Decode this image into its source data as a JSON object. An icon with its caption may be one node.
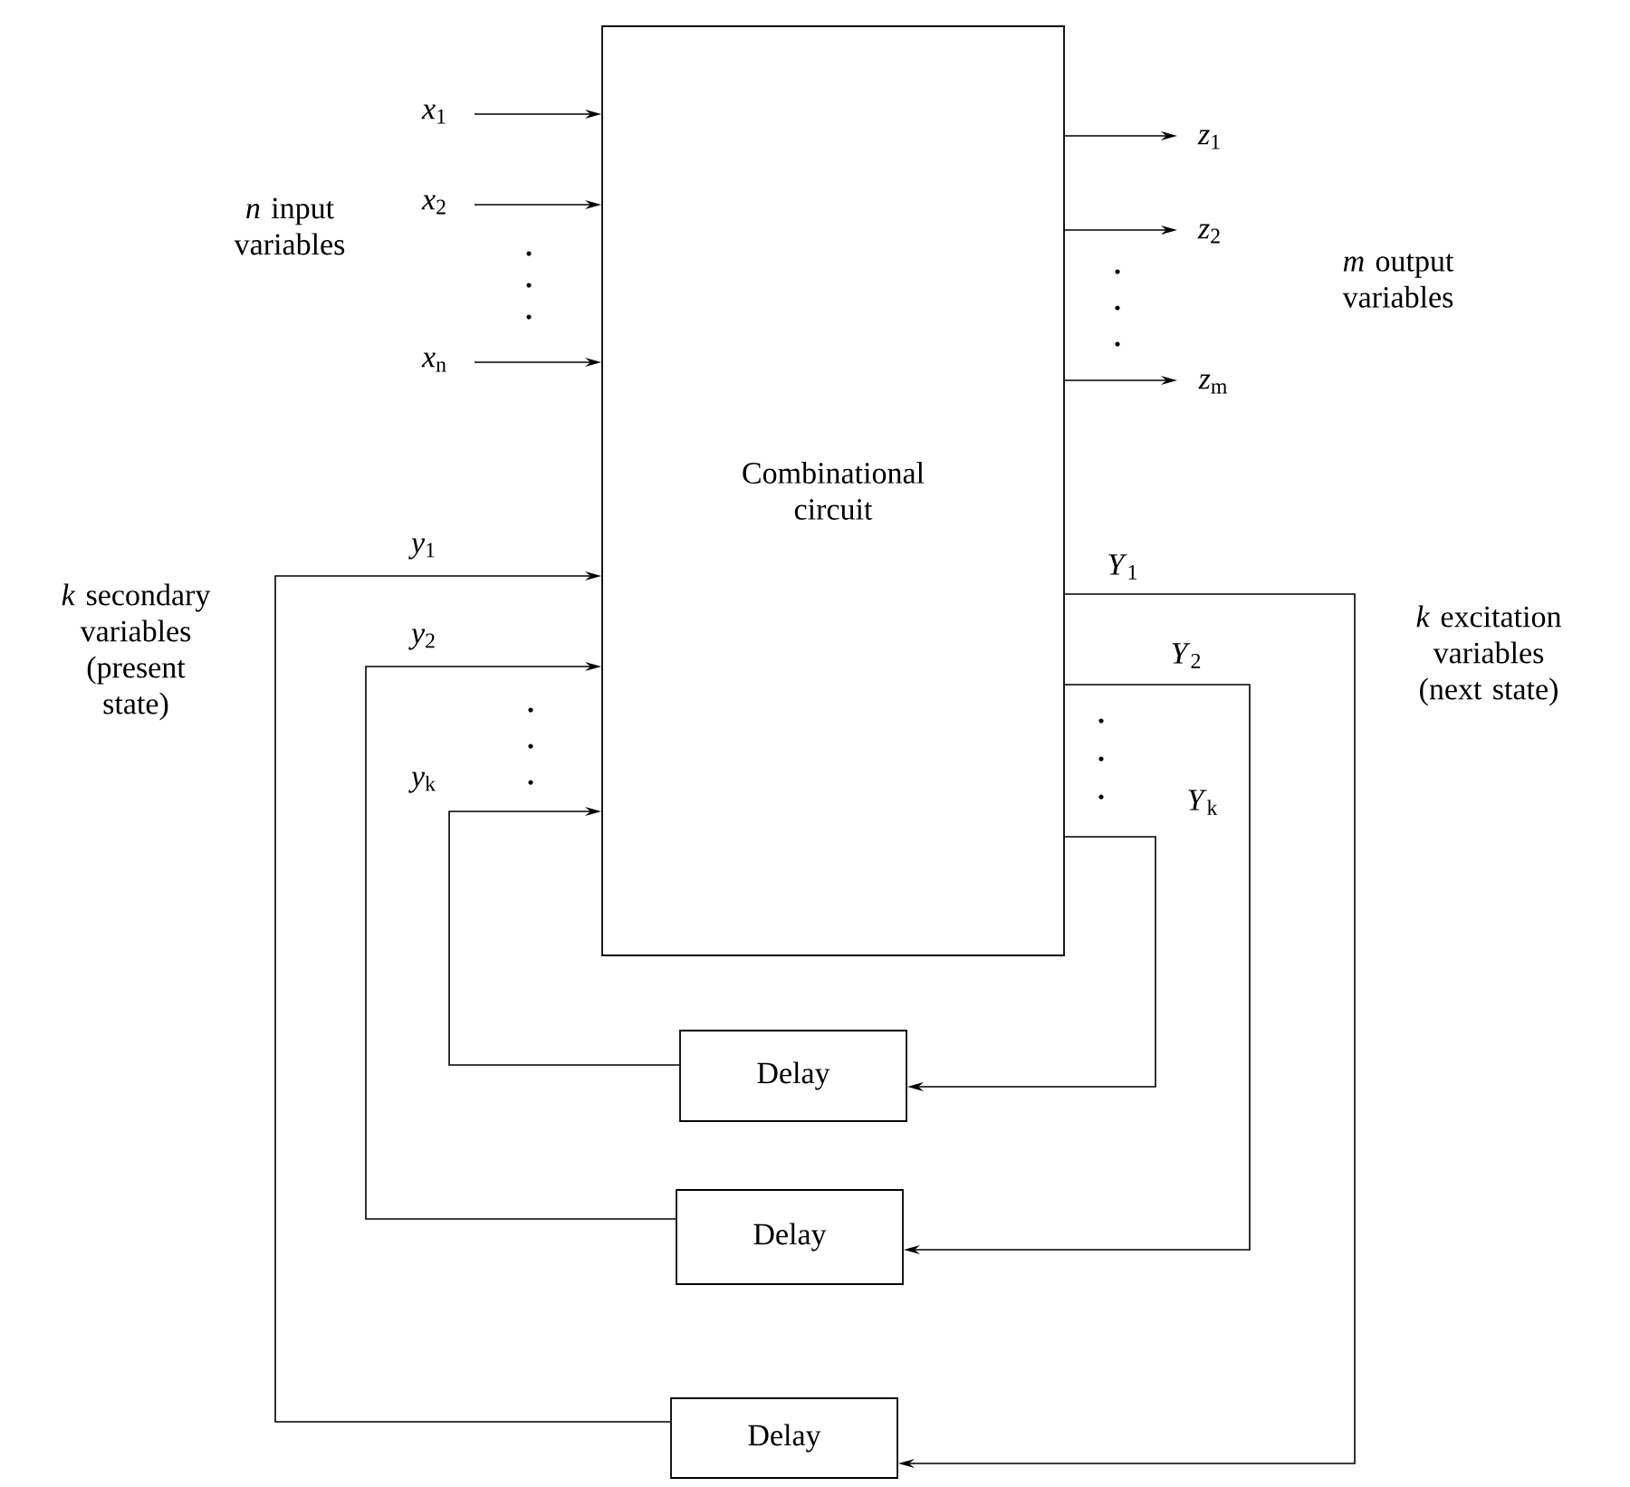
{
  "diagram": {
    "nodes": [
      {
        "text": [
          "Combinational circuit"
        ]
      },
      {
        "text": [
          "Delay"
        ]
      },
      {
        "text": [
          "Delay"
        ]
      },
      {
        "text": [
          "Delay"
        ]
      }
    ],
    "edges": [
      {
        "from": null,
        "to": 0,
        "arrow": "to",
        "label": "*x*$_{1}$"
      },
      {
        "from": null,
        "to": 0,
        "arrow": "to",
        "label": "*x*$_{2}$"
      },
      {
        "from": null,
        "to": 0,
        "arrow": "to",
        "label": "*x*$_{n}$"
      },
      {
        "from": 0,
        "to": null,
        "arrow": "to",
        "label": "*z*$_{1}$"
      },
      {
        "from": 0,
        "to": null,
        "arrow": "to",
        "label": "*z*$_{2}$"
      },
      {
        "from": 0,
        "to": null,
        "arrow": "to",
        "label": "*z*$_{m}$"
      },
      {
        "from": 0,
        "to": 3,
        "arrow": "to",
        "label": "*Y*$_{1}$"
      },
      {
        "from": 3,
        "to": 0,
        "arrow": "to",
        "label": "*y*$_{1}$"
      },
      {
        "from": 0,
        "to": 2,
        "arrow": "to",
        "label": "*Y*$_{2}$"
      },
      {
        "from": 2,
        "to": 0,
        "arrow": "to",
        "label": "*y*$_{2}$"
      },
      {
        "from": 0,
        "to": 1,
        "arrow": "to",
        "label": "*Y*$_{k}$"
      },
      {
        "from": 1,
        "to": 0,
        "arrow": "to",
        "label": "*y*$_{k}$"
      }
    ],
    "labels": [
      "*n* input variables",
      "*m* output variables",
      "*k* secondary variables (present state)",
      "*k* excitation variables (next state)"
    ]
  }
}
